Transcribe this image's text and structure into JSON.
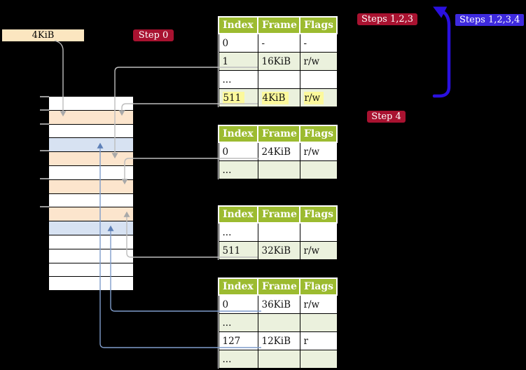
{
  "palette": {
    "bg": "#000000",
    "peach": "#fce5cd",
    "mem-blue": "#d7e2f2",
    "cream": "#fbe6c0",
    "header-green": "#9cbb30",
    "row-green": "#ebf1dd",
    "highlight-yellow": "#fcf99c",
    "badge-red": "#a81230",
    "badge-blue": "#3e2ade",
    "arrow-blue": "#2a10df",
    "line-gray": "#bdbdbd",
    "head-gray": "#a9a9a9",
    "line-blue": "#7f9cca",
    "head-blue": "#5d80b8",
    "tick": "#9a9a9a"
  },
  "labels": {
    "frame_size": "4KiB",
    "step0": "Step 0",
    "steps123": "Steps 1,2,3",
    "steps1234": "Steps 1,2,3,4",
    "step4": "Step 4"
  },
  "memory": {
    "rows": [
      "white",
      "peach",
      "white",
      "blue",
      "peach",
      "white",
      "peach",
      "white",
      "peach",
      "blue",
      "white",
      "white",
      "white",
      "white"
    ]
  },
  "tables": [
    {
      "headers": [
        "Index",
        "Frame",
        "Flags"
      ],
      "rows": [
        {
          "cells": [
            "0",
            "-",
            "-"
          ]
        },
        {
          "cells": [
            "1",
            "16KiB",
            "r/w"
          ]
        },
        {
          "cells": [
            "...",
            "",
            ""
          ]
        },
        {
          "cells": [
            "511",
            "4KiB",
            "r/w"
          ],
          "highlighted": true
        }
      ]
    },
    {
      "headers": [
        "Index",
        "Frame",
        "Flags"
      ],
      "rows": [
        {
          "cells": [
            "0",
            "24KiB",
            "r/w"
          ]
        },
        {
          "cells": [
            "...",
            "",
            ""
          ]
        }
      ]
    },
    {
      "headers": [
        "Index",
        "Frame",
        "Flags"
      ],
      "rows": [
        {
          "cells": [
            "...",
            "",
            ""
          ]
        },
        {
          "cells": [
            "511",
            "32KiB",
            "r/w"
          ]
        }
      ]
    },
    {
      "headers": [
        "Index",
        "Frame",
        "Flags"
      ],
      "rows": [
        {
          "cells": [
            "0",
            "36KiB",
            "r/w"
          ]
        },
        {
          "cells": [
            "...",
            "",
            ""
          ]
        },
        {
          "cells": [
            "127",
            "12KiB",
            "r"
          ]
        },
        {
          "cells": [
            "...",
            "",
            ""
          ]
        }
      ]
    }
  ],
  "connectors": [
    {
      "from": "4KiB-label",
      "to": "memory-frame-4KiB",
      "color": "gray"
    },
    {
      "from": "table1-row-1",
      "to": "memory-frame-16KiB",
      "color": "gray"
    },
    {
      "from": "table1-row-511",
      "to": "memory-frame-4KiB",
      "color": "gray"
    },
    {
      "from": "table2-row-0",
      "to": "memory-frame-24KiB",
      "color": "gray"
    },
    {
      "from": "table3-row-511",
      "to": "memory-frame-32KiB",
      "color": "gray"
    },
    {
      "from": "table4-row-0",
      "to": "memory-frame-36KiB",
      "color": "blue"
    },
    {
      "from": "table4-row-127",
      "to": "memory-frame-12KiB",
      "color": "blue"
    },
    {
      "from": "step4-area",
      "to": "steps123-label",
      "color": "big-blue"
    }
  ]
}
